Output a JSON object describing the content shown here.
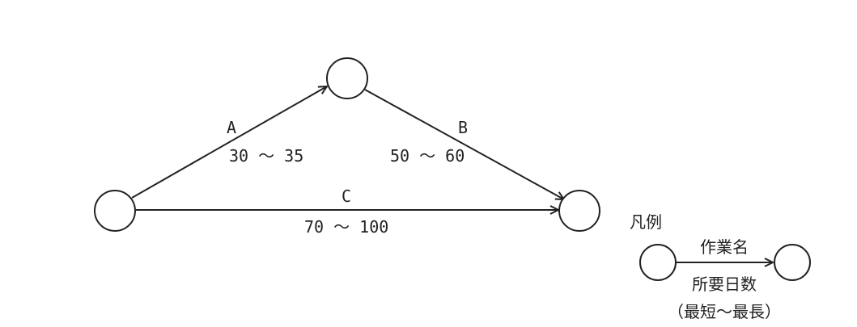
{
  "diagram": {
    "nodes": [
      {
        "id": "start"
      },
      {
        "id": "middle"
      },
      {
        "id": "end"
      }
    ],
    "edges": [
      {
        "id": "A",
        "from": "start",
        "to": "middle",
        "name": "A",
        "range": "30 ～ 35"
      },
      {
        "id": "B",
        "from": "middle",
        "to": "end",
        "name": "B",
        "range": "50 ～ 60"
      },
      {
        "id": "C",
        "from": "start",
        "to": "end",
        "name": "C",
        "range": "70 ～ 100"
      }
    ]
  },
  "legend": {
    "title": "凡例",
    "task_name": "作業名",
    "required_days": "所要日数",
    "range_note": "（最短～最長）"
  },
  "colors": {
    "line": "#222222",
    "background": "#ffffff"
  }
}
